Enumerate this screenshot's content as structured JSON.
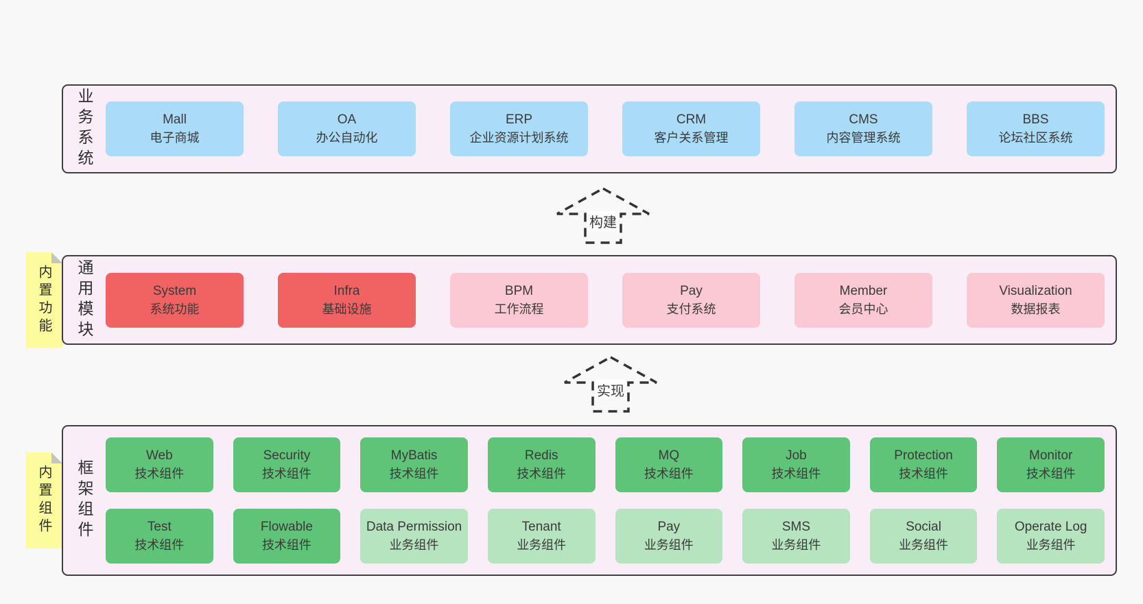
{
  "colors": {
    "page_bg": "#f8f8f8",
    "panel_bg": "#f9eef7",
    "panel_border": "#3f3f3f",
    "box_blue": "#aadcf7",
    "box_red": "#f16363",
    "box_pink": "#fbc9d3",
    "box_green": "#60c478",
    "box_green_light": "#b5e4bf",
    "sticky_yellow": "#fcfc9e",
    "sticky_fold": "#c4c4c4",
    "text": "#3a3a3a"
  },
  "arrows": {
    "build": {
      "label": "构建"
    },
    "implement": {
      "label": "实现"
    }
  },
  "sections": {
    "business": {
      "label": "业务系统",
      "boxes": [
        {
          "en": "Mall",
          "zh": "电子商城",
          "variant": "blue"
        },
        {
          "en": "OA",
          "zh": "办公自动化",
          "variant": "blue"
        },
        {
          "en": "ERP",
          "zh": "企业资源计划系统",
          "variant": "blue"
        },
        {
          "en": "CRM",
          "zh": "客户关系管理",
          "variant": "blue"
        },
        {
          "en": "CMS",
          "zh": "内容管理系统",
          "variant": "blue"
        },
        {
          "en": "BBS",
          "zh": "论坛社区系统",
          "variant": "blue"
        }
      ]
    },
    "modules": {
      "label": "通用模块",
      "sticky": "内置功能",
      "boxes": [
        {
          "en": "System",
          "zh": "系统功能",
          "variant": "red"
        },
        {
          "en": "Infra",
          "zh": "基础设施",
          "variant": "red"
        },
        {
          "en": "BPM",
          "zh": "工作流程",
          "variant": "pink"
        },
        {
          "en": "Pay",
          "zh": "支付系统",
          "variant": "pink"
        },
        {
          "en": "Member",
          "zh": "会员中心",
          "variant": "pink"
        },
        {
          "en": "Visualization",
          "zh": "数据报表",
          "variant": "pink"
        }
      ]
    },
    "components": {
      "label": "框架组件",
      "sticky": "内置组件",
      "rows": [
        [
          {
            "en": "Web",
            "zh": "技术组件",
            "variant": "green"
          },
          {
            "en": "Security",
            "zh": "技术组件",
            "variant": "green"
          },
          {
            "en": "MyBatis",
            "zh": "技术组件",
            "variant": "green"
          },
          {
            "en": "Redis",
            "zh": "技术组件",
            "variant": "green"
          },
          {
            "en": "MQ",
            "zh": "技术组件",
            "variant": "green"
          },
          {
            "en": "Job",
            "zh": "技术组件",
            "variant": "green"
          },
          {
            "en": "Protection",
            "zh": "技术组件",
            "variant": "green"
          },
          {
            "en": "Monitor",
            "zh": "技术组件",
            "variant": "green"
          }
        ],
        [
          {
            "en": "Test",
            "zh": "技术组件",
            "variant": "green"
          },
          {
            "en": "Flowable",
            "zh": "技术组件",
            "variant": "green"
          },
          {
            "en": "Data Permission",
            "zh": "业务组件",
            "variant": "green-light"
          },
          {
            "en": "Tenant",
            "zh": "业务组件",
            "variant": "green-light"
          },
          {
            "en": "Pay",
            "zh": "业务组件",
            "variant": "green-light"
          },
          {
            "en": "SMS",
            "zh": "业务组件",
            "variant": "green-light"
          },
          {
            "en": "Social",
            "zh": "业务组件",
            "variant": "green-light"
          },
          {
            "en": "Operate Log",
            "zh": "业务组件",
            "variant": "green-light"
          }
        ]
      ]
    }
  }
}
